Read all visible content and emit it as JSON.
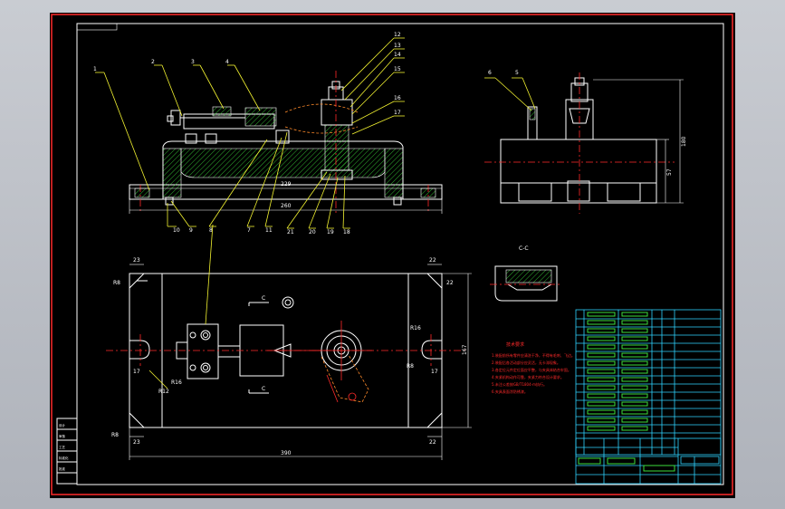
{
  "parts_labels": [
    "1",
    "2",
    "3",
    "4",
    "12",
    "13",
    "14",
    "15",
    "16",
    "17",
    "10",
    "9",
    "8",
    "7",
    "11",
    "21",
    "20",
    "19",
    "18",
    "6",
    "5"
  ],
  "dimensions": {
    "top_span_1": "229",
    "top_span_2": "260",
    "side_height": "180",
    "side_inner": "57",
    "plan_width": "390",
    "plan_height": "167",
    "corner_tl": "23",
    "corner_tr": "22",
    "corner_bl": "23",
    "corner_br": "22",
    "left_r": "R8",
    "left_r2": "R16",
    "right_r": "R16",
    "corner_h_tl": "R8",
    "corner_h_tr": "22",
    "right_small": "17",
    "right_small2": "R8",
    "left_small": "17",
    "center_r": "R12"
  },
  "section": {
    "mark_upper": "C",
    "mark_lower": "C",
    "title": "C-C"
  },
  "tech_notes": {
    "title": "技术要求",
    "lines": [
      "1.装配前所有零件应清洗干净，不得有毛刺、飞边。",
      "2.装配后各活动部分应灵活，无卡滞现象。",
      "3.各定位元件定位面应平整，与夹具体结合牢固。",
      "4.夹紧机构动作可靠，夹紧力符合设计要求。",
      "5.未注公差按GB/T1804-m执行。",
      "6.夹具表面涂防锈漆。"
    ]
  },
  "side_panel": {
    "cells": [
      "设计",
      "审核",
      "工艺",
      "标准化",
      "批准"
    ]
  },
  "colors": {
    "background": "#000000",
    "border": "#ff2a2a",
    "outline": "#ffffff",
    "hatch": "#3ddc3d",
    "title_table": "#2fd3ff",
    "centerline": "#ff2a2a",
    "leader": "#f2f230"
  }
}
